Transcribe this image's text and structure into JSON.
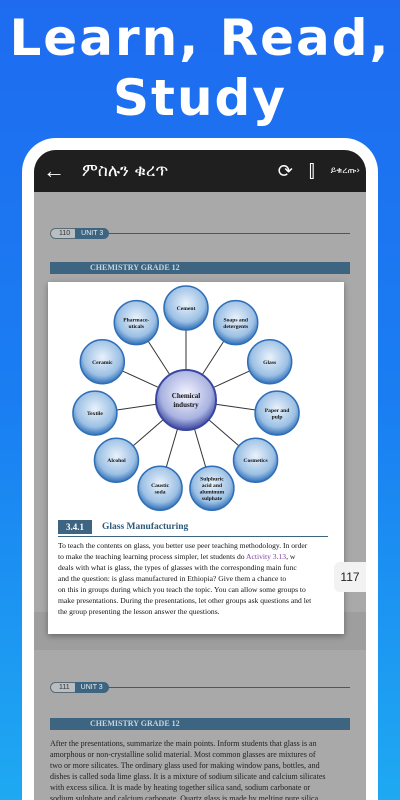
{
  "promo": {
    "line1": "Learn, Read,",
    "line2": "Study"
  },
  "appbar": {
    "title": "ምስሉን ቁረጥ",
    "overflow_label": "ይቁረጡ›",
    "back_icon": "back-arrow-icon",
    "rotate_icon": "rotate-icon",
    "flip_icon": "flip-icon"
  },
  "page1": {
    "page_number": "110",
    "unit": "UNIT 3",
    "header": "CHEMISTRY GRADE 12"
  },
  "diagram": {
    "center": [
      "Chemical",
      "industry"
    ],
    "nodes": [
      {
        "label": [
          "Cement"
        ]
      },
      {
        "label": [
          "Soaps and",
          "detergents"
        ]
      },
      {
        "label": [
          "Glass"
        ]
      },
      {
        "label": [
          "Paper and",
          "pulp"
        ]
      },
      {
        "label": [
          "Cosmetics"
        ]
      },
      {
        "label": [
          "Sulphuric",
          "acid and",
          "aluminum",
          "sulphate"
        ]
      },
      {
        "label": [
          "Caustic",
          "soda"
        ]
      },
      {
        "label": [
          "Alcohol"
        ]
      },
      {
        "label": [
          "Textile"
        ]
      },
      {
        "label": [
          "Ceramic"
        ]
      },
      {
        "label": [
          "Pharmace-",
          "uticals"
        ]
      }
    ]
  },
  "section": {
    "number": "3.4.1",
    "title": "Glass Manufacturing",
    "lines": [
      [
        {
          "t": "To teach the contents on glass, you better use peer teaching methodology.  In order"
        }
      ],
      [
        {
          "t": "to make the teaching learning process simpler, let students do "
        },
        {
          "t": "Activity 3.13",
          "c": "link"
        },
        {
          "t": ", w"
        }
      ],
      [
        {
          "t": "deals with what is glass, the types of glasses with the corresponding main func"
        }
      ],
      [
        {
          "t": "and the question: is glass manufactured in Ethiopia? Give them a chance to"
        }
      ],
      [
        {
          "t": "on this in groups during which you teach the topic. You can allow some groups to"
        }
      ],
      [
        {
          "t": "make presentations. During the presentations, let other groups ask questions and let"
        }
      ],
      [
        {
          "t": "the group presenting the lesson answer the questions."
        }
      ]
    ]
  },
  "page_badge": "117",
  "page2": {
    "page_number": "111",
    "unit": "UNIT 3",
    "header": "CHEMISTRY GRADE 12",
    "lines": [
      [
        {
          "t": "After the presentations, summarize the main points. Inform students that glass is an"
        }
      ],
      [
        {
          "t": "amorphous or non-crystalline solid material. Most common glasses are mixtures of"
        }
      ],
      [
        {
          "t": "two or more silicates. The "
        },
        {
          "t": "ordinary glass",
          "c": "b"
        },
        {
          "t": " used for making window pans, bottles, and"
        }
      ],
      [
        {
          "t": "dishes is called soda lime glass. It is a mixture of sodium silicate and calcium silicates"
        }
      ],
      [
        {
          "t": "with excess silica. It is made by heating together silica sand, sodium carbonate or"
        }
      ],
      [
        {
          "t": "sodium sulphate and calcium carbonate. "
        },
        {
          "t": "Quartz glass",
          "c": "b"
        },
        {
          "t": " is made by melting pure silica,"
        }
      ]
    ]
  },
  "colors": {
    "background_top": "#1e6bf0",
    "background_bottom": "#1ea9f2",
    "accent": "#3d6480",
    "node_fill": "#2f6fb8"
  }
}
